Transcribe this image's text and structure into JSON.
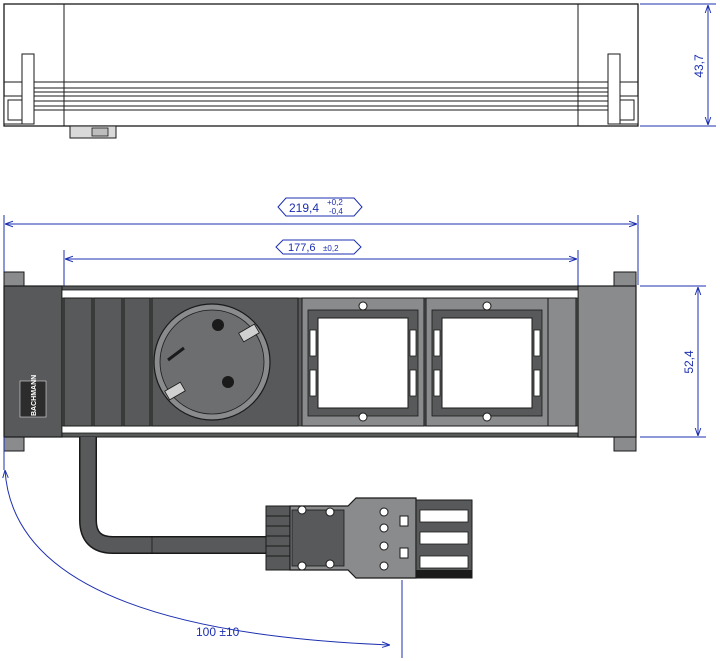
{
  "dimensions": {
    "height_top": "43,7",
    "width_total": "219,4",
    "width_total_tol_upper": "+0,2",
    "width_total_tol_lower": "-0,4",
    "width_inner": "177,6",
    "width_inner_tol": "±0,2",
    "height_front": "52,4",
    "cable_length": "100 ±10"
  },
  "brand_logo_text": "BACHMANN",
  "colors": {
    "dimension": "#1c2fb0",
    "body_dark": "#58595b",
    "panel": "#8a8b8d",
    "outline": "#1a1a1a"
  },
  "modules": [
    "schuko-socket",
    "blank-insert",
    "blank-insert"
  ]
}
